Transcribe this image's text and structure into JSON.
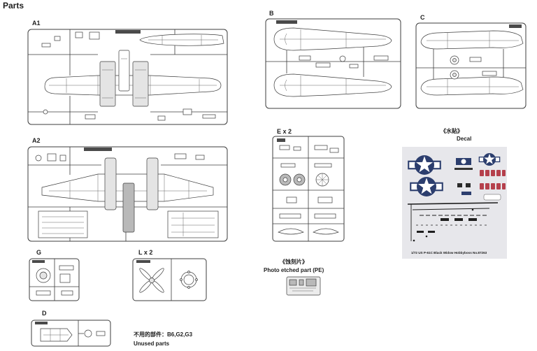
{
  "page": {
    "title": "Parts"
  },
  "sprues": {
    "a1": {
      "label": "A1"
    },
    "a2": {
      "label": "A2"
    },
    "b": {
      "label": "B"
    },
    "c": {
      "label": "C"
    },
    "e": {
      "label": "E x 2"
    },
    "g": {
      "label": "G"
    },
    "l": {
      "label": "L x 2"
    },
    "d": {
      "label": "D"
    }
  },
  "decal": {
    "title_cn": "《水贴》",
    "title_en": "Decal",
    "sheet_text": "1/72  US P-61C Black Widow  Hobbyboss No.87263"
  },
  "photo_etch": {
    "title_cn": "《蚀刻片》",
    "title_en": "Photo etched part (PE)"
  },
  "unused": {
    "title_cn": "不用的部件：B6,G2,G3",
    "title_en": "Unused parts"
  },
  "colors": {
    "insignia_blue": "#2c3e6e",
    "decal_red": "#b5404c",
    "decal_bg": "#e7e7eb"
  }
}
